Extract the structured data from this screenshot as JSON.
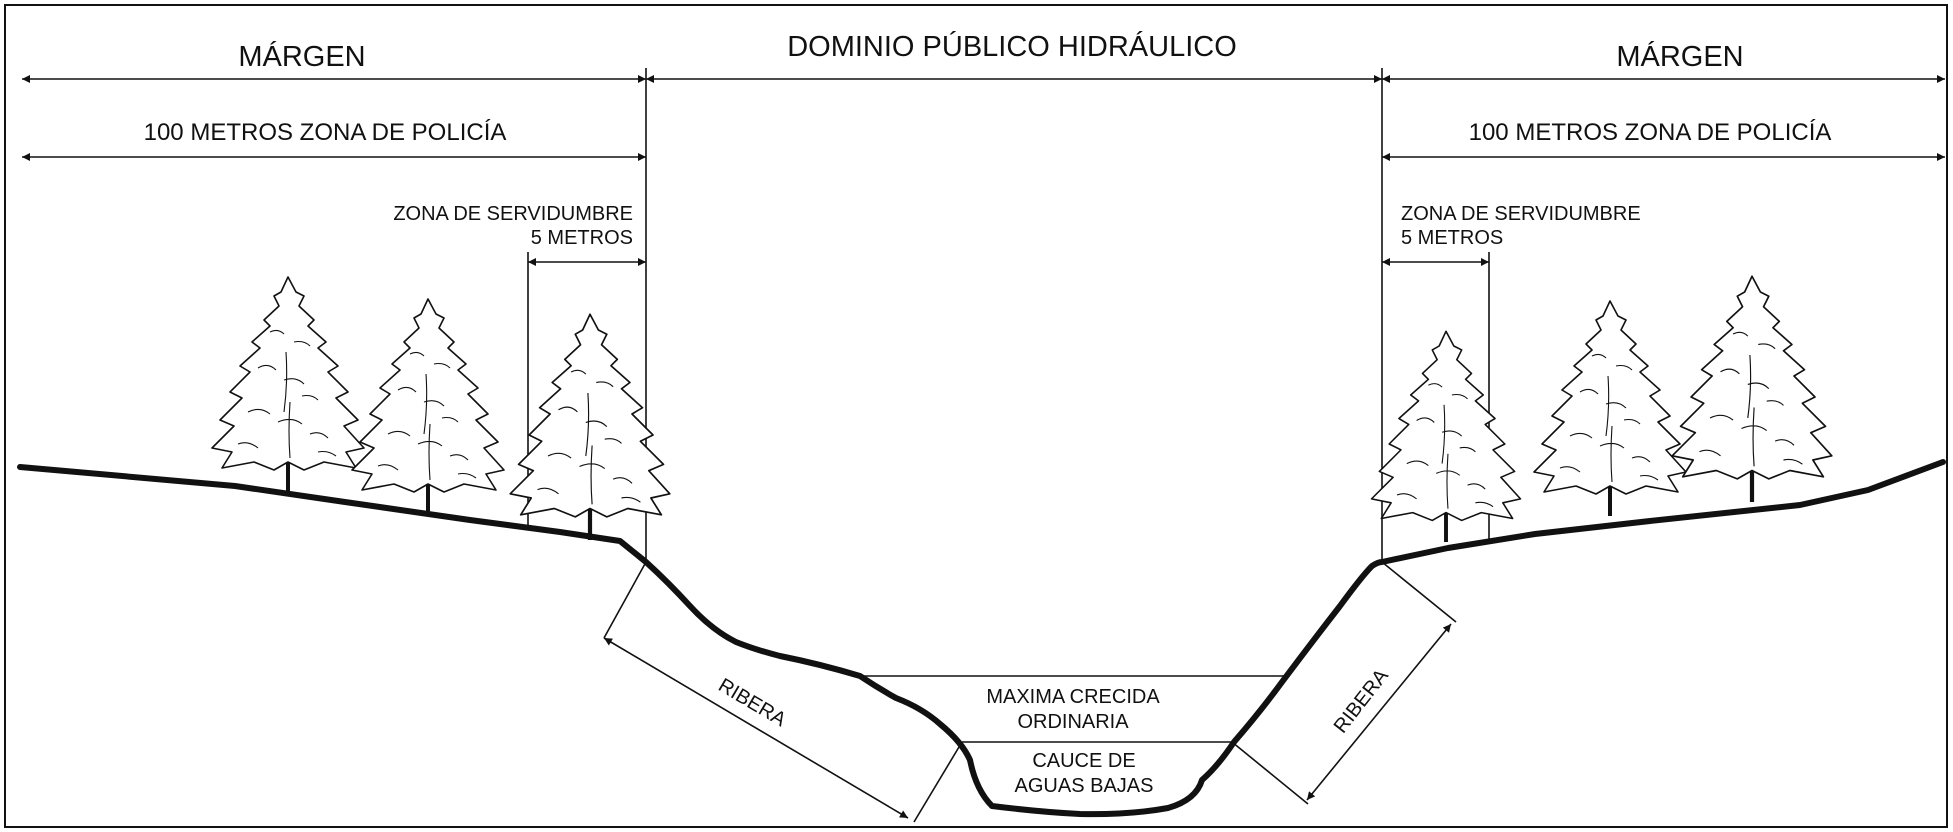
{
  "labels": {
    "margin_left": "MÁRGEN",
    "public_domain": "DOMINIO PÚBLICO HIDRÁULICO",
    "margin_right": "MÁRGEN",
    "police_zone_left": "100 METROS ZONA DE POLICÍA",
    "police_zone_right": "100 METROS ZONA DE POLICÍA",
    "easement_left_line1": "ZONA DE SERVIDUMBRE",
    "easement_left_line2": "5 METROS",
    "easement_right_line1": "ZONA DE SERVIDUMBRE",
    "easement_right_line2": "5 METROS",
    "bank_left": "RIBERA",
    "bank_right": "RIBERA",
    "flood_line1": "MAXIMA CRECIDA",
    "flood_line2": "ORDINARIA",
    "lowflow_line1": "CAUCE DE",
    "lowflow_line2": "AGUAS BAJAS"
  },
  "icons": {
    "arrowhead": "arrowhead-icon",
    "tree": "conifer-tree-icon"
  },
  "colors": {
    "ink": "#111111",
    "background": "#ffffff"
  }
}
